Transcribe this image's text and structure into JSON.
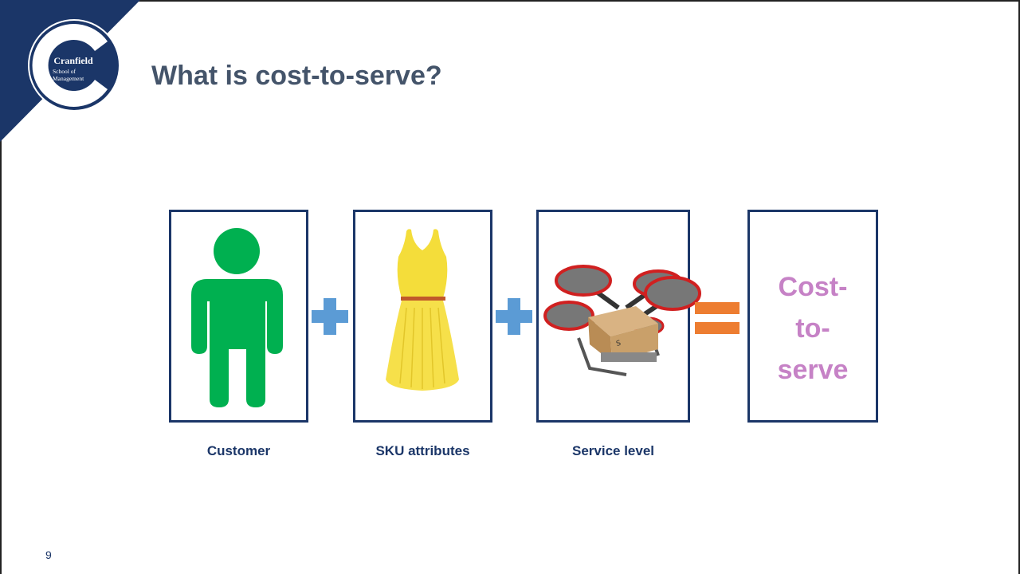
{
  "header": {
    "logo": {
      "brand": "Cranfield",
      "line2": "School of",
      "line3": "Management"
    },
    "title": "What is cost-to-serve?"
  },
  "equation": {
    "items": [
      {
        "label": "Customer",
        "icon": "person-icon"
      },
      {
        "label": "SKU attributes",
        "icon": "yellow-dress-image"
      },
      {
        "label": "Service level",
        "icon": "delivery-drone-image"
      }
    ],
    "operators": [
      "plus-icon",
      "plus-icon",
      "equals-icon"
    ],
    "result": {
      "line1": "Cost-",
      "line2": "to-",
      "line3": "serve"
    }
  },
  "footer": {
    "page_number": "9"
  },
  "colors": {
    "navy": "#1b3668",
    "title_gray": "#44546a",
    "person_green": "#00b050",
    "plus_blue": "#5b9bd5",
    "equals_orange": "#ed7d31",
    "result_pink": "#c682c6"
  }
}
